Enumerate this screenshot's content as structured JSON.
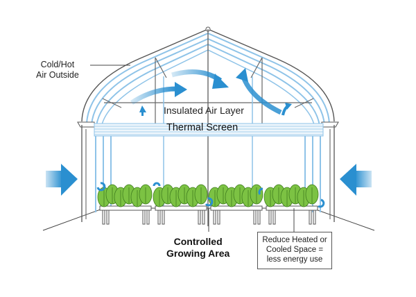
{
  "labels": {
    "outside_air": [
      "Cold/Hot",
      "Air Outside"
    ],
    "insulated_air_layer": "Insulated Air Layer",
    "thermal_screen": "Thermal Screen",
    "growing_area": [
      "Controlled",
      "Growing Area"
    ],
    "energy_note": [
      "Reduce Heated or",
      "Cooled Space =",
      "less energy use"
    ]
  },
  "colors": {
    "arrow_blue": "#2a8fd0",
    "frame_blue": "#8ec3e8",
    "frame_gray": "#555555",
    "plant_green": "#7cc243",
    "plant_dark": "#3f7d1f"
  }
}
